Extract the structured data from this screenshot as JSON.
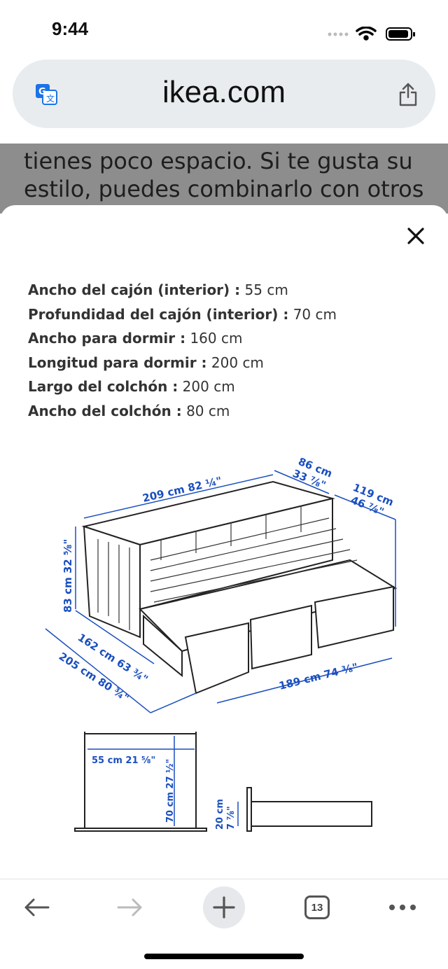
{
  "status_bar": {
    "time": "9:44"
  },
  "browser": {
    "url": "ikea.com",
    "translate_icon": "translate-icon",
    "share_icon": "share-icon"
  },
  "background_text": [
    "tienes poco espacio. Si te gusta su",
    "estilo, puedes combinarlo con otros"
  ],
  "specs": [
    {
      "label": "Ancho del cajón (interior) :",
      "value": "55 cm"
    },
    {
      "label": "Profundidad del cajón (interior) :",
      "value": "70 cm"
    },
    {
      "label": "Ancho para dormir :",
      "value": "160 cm"
    },
    {
      "label": "Longitud para dormir :",
      "value": "200 cm"
    },
    {
      "label": "Largo del colchón :",
      "value": "200 cm"
    },
    {
      "label": "Ancho del colchón :",
      "value": "80 cm"
    }
  ],
  "diagram": {
    "length": "209 cm 82 ¼\"",
    "depth": "86 cm",
    "depth_in": "33 ⅞\"",
    "height_back": "119 cm",
    "height_back_in": "46 ⅞\"",
    "height": "83 cm 32 ⅝\"",
    "width_closed": "162 cm 63 ¾\"",
    "width_open": "205 cm 80 ¾\"",
    "inner_length": "189 cm 74 ⅜\"",
    "drawer_width": "55 cm 21 ⅝\"",
    "drawer_depth": "70 cm 27 ½\"",
    "drawer_height": "20 cm",
    "drawer_height_in": "7 ⅞\"",
    "accent_color": "#1a4fbf"
  },
  "toolbar": {
    "tab_count": "13"
  }
}
